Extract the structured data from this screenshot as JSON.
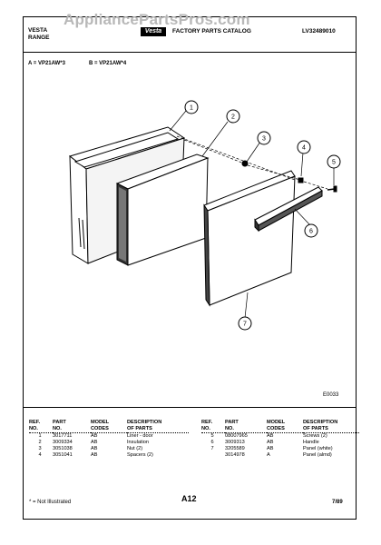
{
  "header": {
    "brand_line1": "VESTA",
    "brand_line2": "RANGE",
    "catalog_title": "FACTORY PARTS CATALOG",
    "catalog_number": "LV32489010",
    "logo_text": "Vesta"
  },
  "watermark": "AppliancePartsPros.com",
  "models": {
    "a": "A = VP21AW*3",
    "b": "B = VP21AW*4"
  },
  "diagram": {
    "callouts": [
      "1",
      "2",
      "3",
      "4",
      "5",
      "6",
      "7"
    ],
    "code": "E0033"
  },
  "table": {
    "headers": [
      "REF.\nNO.",
      "PART\nNO.",
      "MODEL\nCODES",
      "DESCRIPTION\nOF PARTS"
    ],
    "left_rows": [
      {
        "ref": "1",
        "part": "3017711",
        "codes": "AB",
        "desc": "Liner - door"
      },
      {
        "ref": "2",
        "part": "3009334",
        "codes": "AB",
        "desc": "Insulation"
      },
      {
        "ref": "3",
        "part": "3051038",
        "codes": "AB",
        "desc": "Nut (2)"
      },
      {
        "ref": "4",
        "part": "3051041",
        "codes": "AB",
        "desc": "Spacers (2)"
      }
    ],
    "right_rows": [
      {
        "ref": "5",
        "part": "08007965",
        "codes": "AB",
        "desc": "Screws (2)"
      },
      {
        "ref": "6",
        "part": "3009313",
        "codes": "AB",
        "desc": "Handle"
      },
      {
        "ref": "7",
        "part": "3205589",
        "codes": "AB",
        "desc": "Panel (white)"
      },
      {
        "ref": "",
        "part": "3014978",
        "codes": "A",
        "desc": "Panel (almd)"
      }
    ]
  },
  "footer": {
    "note": "* = Not Illustrated",
    "page": "A12",
    "date": "7/89"
  }
}
